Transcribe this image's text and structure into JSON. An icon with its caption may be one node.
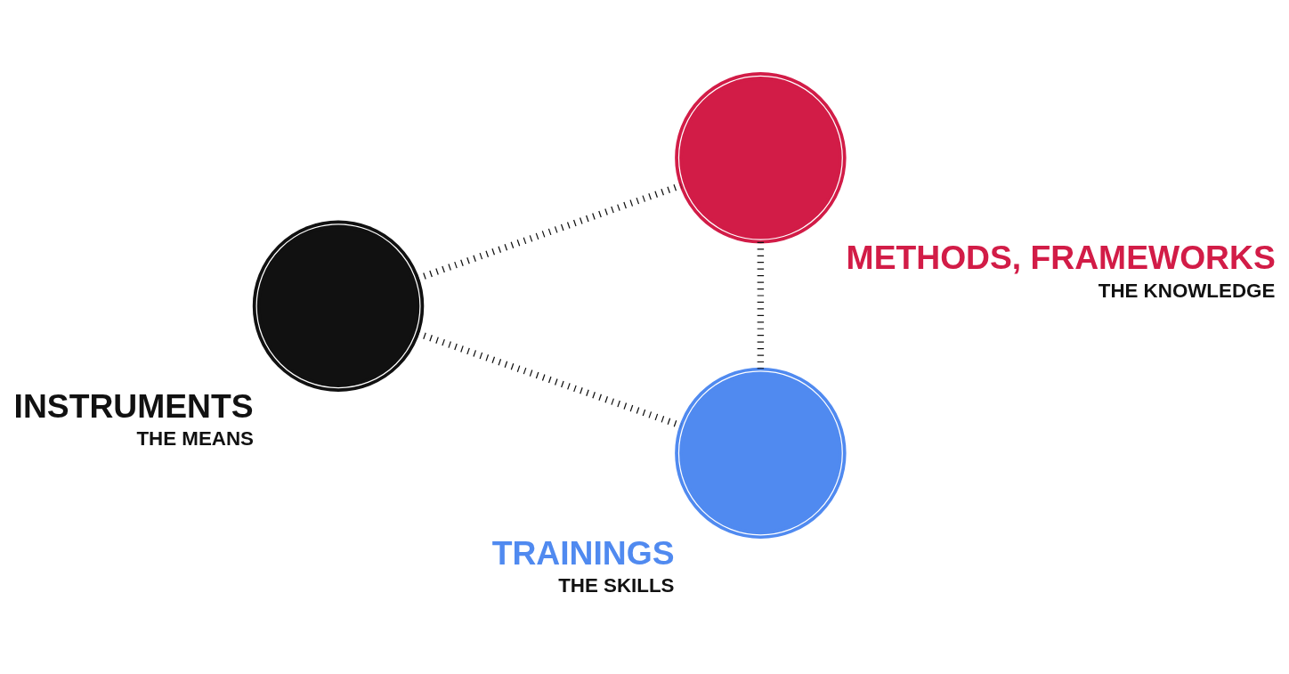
{
  "diagram": {
    "nodes": [
      {
        "text": [
          "METHODS, FRAMEWORKS",
          "THE KNOWLEDGE"
        ]
      },
      {
        "text": [
          "INSTRUMENTS",
          "THE MEANS"
        ]
      },
      {
        "text": [
          "TRAININGS",
          "THE SKILLS"
        ]
      }
    ],
    "edges": [
      {
        "from": 1,
        "to": 0,
        "arrow": "none"
      },
      {
        "from": 1,
        "to": 2,
        "arrow": "none"
      },
      {
        "from": 0,
        "to": 2,
        "arrow": "none"
      }
    ]
  }
}
